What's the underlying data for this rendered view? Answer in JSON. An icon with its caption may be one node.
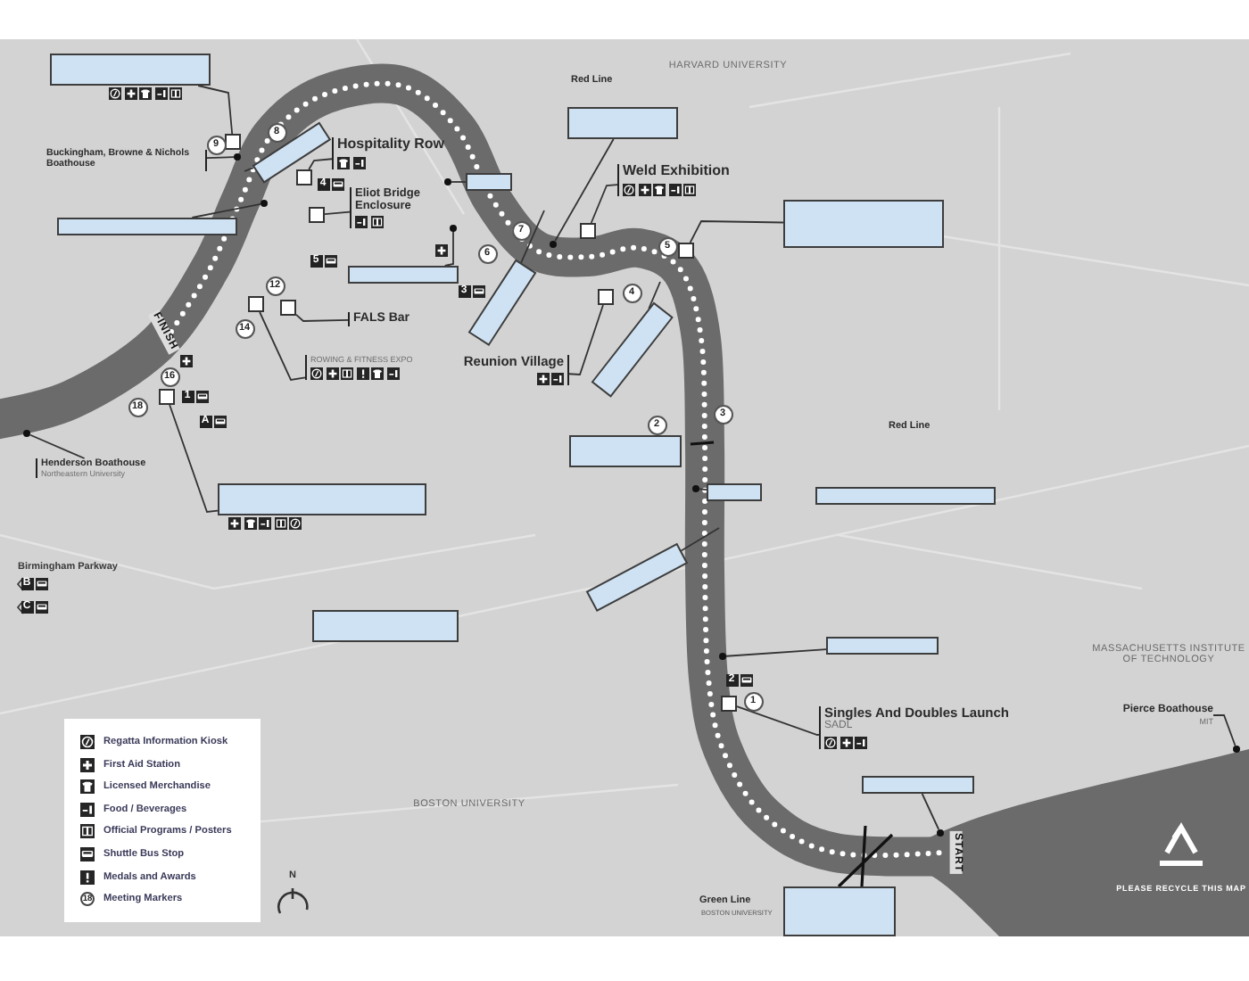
{
  "diagram": {
    "nodes": [
      {
        "text": [],
        "shape": "box"
      },
      {
        "text": [],
        "shape": "box"
      },
      {
        "text": [],
        "shape": "box"
      },
      {
        "text": [
          "Buckingham, Browne & Nichols Boathouse"
        ]
      },
      {
        "text": [],
        "shape": "circle"
      },
      {
        "text": [
          "Hospitality Row"
        ]
      },
      {
        "text": [],
        "shape": "box"
      },
      {
        "text": [],
        "shape": "box"
      },
      {
        "text": [],
        "shape": "circle"
      },
      {
        "text": [
          "Eliot Bridge Enclosure"
        ]
      },
      {
        "text": [],
        "shape": "box"
      },
      {
        "text": [],
        "shape": "box"
      },
      {
        "text": [],
        "shape": "circle"
      },
      {
        "text": [],
        "shape": "box"
      },
      {
        "text": [],
        "shape": "circle"
      },
      {
        "text": [],
        "shape": "box"
      },
      {
        "text": [
          "FALS Bar"
        ]
      },
      {
        "text": [],
        "shape": "box"
      },
      {
        "text": [
          "ROWING & FITNESS EXPO"
        ]
      },
      {
        "text": [],
        "shape": "box"
      },
      {
        "text": [],
        "shape": "box"
      },
      {
        "text": [],
        "shape": "box"
      },
      {
        "text": [
          "Henderson Boathouse",
          "Northeastern University"
        ]
      },
      {
        "text": [],
        "shape": "circle"
      },
      {
        "text": [],
        "shape": "box"
      },
      {
        "text": [],
        "shape": "box"
      },
      {
        "text": [],
        "shape": "circle"
      },
      {
        "text": [
          "Weld Exhibition"
        ]
      },
      {
        "text": [],
        "shape": "box"
      },
      {
        "text": [],
        "shape": "box"
      },
      {
        "text": [],
        "shape": "box"
      },
      {
        "text": [
          "Reunion Village"
        ]
      },
      {
        "text": [],
        "shape": "box"
      },
      {
        "text": [],
        "shape": "box"
      },
      {
        "text": [],
        "shape": "box"
      },
      {
        "text": [],
        "shape": "box"
      },
      {
        "text": [],
        "shape": "circle"
      },
      {
        "text": [],
        "shape": "box"
      },
      {
        "text": [],
        "shape": "box"
      },
      {
        "text": [],
        "shape": "box"
      },
      {
        "text": [],
        "shape": "circle"
      },
      {
        "text": [
          "Singles And Doubles Launch",
          "SADL"
        ]
      },
      {
        "text": [],
        "shape": "box"
      },
      {
        "text": [
          "Pierce Boathouse",
          "MIT"
        ]
      },
      {
        "text": [],
        "shape": "circle"
      },
      {
        "text": [],
        "shape": "box"
      },
      {
        "text": [],
        "shape": "circle"
      },
      {
        "text": [],
        "shape": "box"
      }
    ],
    "edges": [
      {
        "from": 0,
        "to": 1,
        "arrow": "none"
      },
      {
        "from": 3,
        "to": 4,
        "arrow": "none"
      },
      {
        "from": 6,
        "to": 5,
        "arrow": "none"
      },
      {
        "from": 7,
        "to": 8,
        "arrow": "none"
      },
      {
        "from": 10,
        "to": 9,
        "arrow": "none"
      },
      {
        "from": 13,
        "to": 14,
        "arrow": "none"
      },
      {
        "from": 11,
        "to": 12,
        "arrow": "none"
      },
      {
        "from": 17,
        "to": 16,
        "arrow": "none"
      },
      {
        "from": 19,
        "to": 18,
        "arrow": "none"
      },
      {
        "from": 21,
        "to": 20,
        "arrow": "none"
      },
      {
        "from": 22,
        "to": 23,
        "arrow": "none"
      },
      {
        "from": 25,
        "to": 26,
        "arrow": "none"
      },
      {
        "from": 28,
        "to": 27,
        "arrow": "none"
      },
      {
        "from": 30,
        "to": 29,
        "arrow": "none"
      },
      {
        "from": 32,
        "to": 31,
        "arrow": "none"
      },
      {
        "from": 35,
        "to": 36,
        "arrow": "none"
      },
      {
        "from": 38,
        "to": null,
        "arrow": "none"
      },
      {
        "from": 39,
        "to": 40,
        "arrow": "none"
      },
      {
        "from": 42,
        "to": 41,
        "arrow": "none"
      },
      {
        "from": 43,
        "to": 44,
        "arrow": "none"
      },
      {
        "from": 45,
        "to": 46,
        "arrow": "none"
      },
      {
        "from": 2,
        "to": null,
        "arrow": "none"
      },
      {
        "from": 15,
        "to": null,
        "arrow": "none"
      },
      {
        "from": 33,
        "to": null,
        "arrow": "none"
      }
    ],
    "labels": [
      "HARVARD UNIVERSITY",
      "Red Line",
      "9",
      "8",
      "4",
      "7",
      "5",
      "6",
      "3",
      "12",
      "14",
      "FINISH",
      "16",
      "1",
      "18",
      "A",
      "4",
      "5",
      "Red Line",
      "2",
      "3",
      "Birmingham Parkway",
      "B",
      "C",
      "2",
      "1",
      "MASSACHUSETTS INSTITUTE OF TECHNOLOGY",
      "BOSTON UNIVERSITY",
      "START",
      "Green Line",
      "BOSTON UNIVERSITY",
      "PLEASE RECYCLE THIS MAP",
      "18",
      "N"
    ],
    "legend": [
      {
        "text": "Regatta Information Kiosk"
      },
      {
        "text": "First Aid Station"
      },
      {
        "text": "Licensed Merchandise"
      },
      {
        "text": "Food / Beverages"
      },
      {
        "text": "Official Programs / Posters"
      },
      {
        "text": "Shuttle Bus Stop"
      },
      {
        "text": "Medals and Awards"
      },
      {
        "text": "Meeting Markers"
      }
    ]
  }
}
